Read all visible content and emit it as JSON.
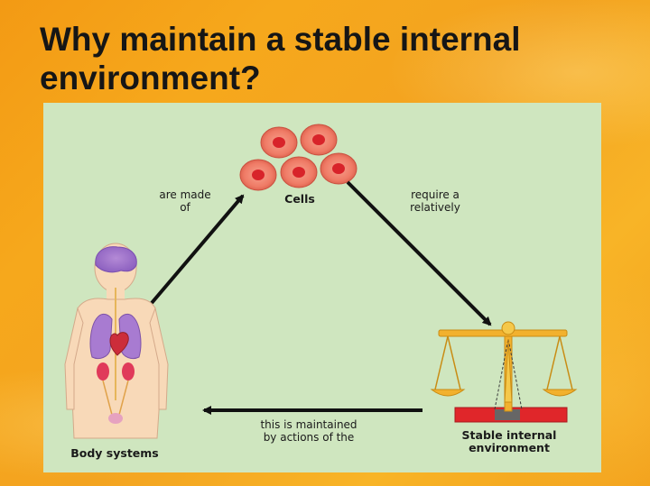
{
  "slide": {
    "title": "Why maintain a stable internal environment?"
  },
  "diagram": {
    "nodes": {
      "cells": "Cells",
      "body_systems": "Body systems",
      "stable_env": "Stable internal\nenvironment"
    },
    "edges": {
      "made_of": "are made\nof",
      "require": "require a\nrelatively",
      "maintained": "this is maintained\nby actions of the"
    }
  },
  "colors": {
    "background": "#f5a41c",
    "panel": "#cfe6bf",
    "cell_fill": "#f08068",
    "cell_nucleus": "#d8232a",
    "arrow": "#111111",
    "scale_gold": "#f2b12e",
    "scale_base": "#e0262a"
  }
}
